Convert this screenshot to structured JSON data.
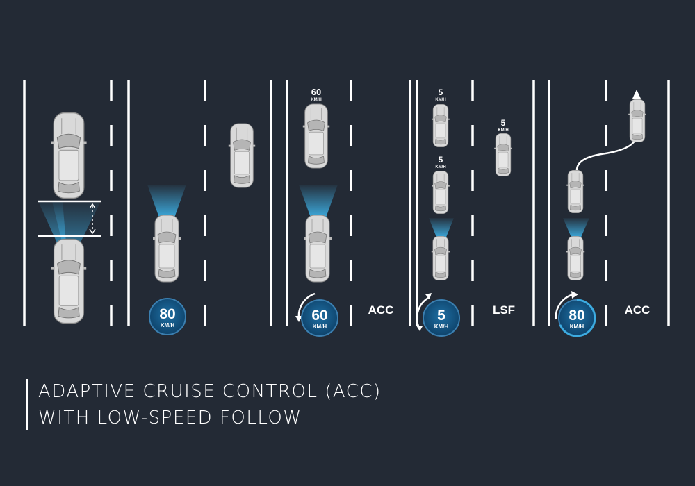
{
  "title": {
    "line1": "ADAPTIVE CRUISE CONTROL (ACC)",
    "line2": "WITH LOW-SPEED FOLLOW"
  },
  "unit": "KM/H",
  "panel2": {
    "speed": "80"
  },
  "panel3": {
    "lead_speed": "60",
    "speed": "60",
    "mode": "ACC"
  },
  "panel4": {
    "lead_speed_1": "5",
    "lead_speed_2": "5",
    "adjacent_speed": "5",
    "speed": "5",
    "mode": "LSF"
  },
  "panel5": {
    "speed": "80",
    "mode": "ACC"
  },
  "colors": {
    "background": "#232a35",
    "accent": "#1e8ac9",
    "beam": "#3fb8ef"
  }
}
